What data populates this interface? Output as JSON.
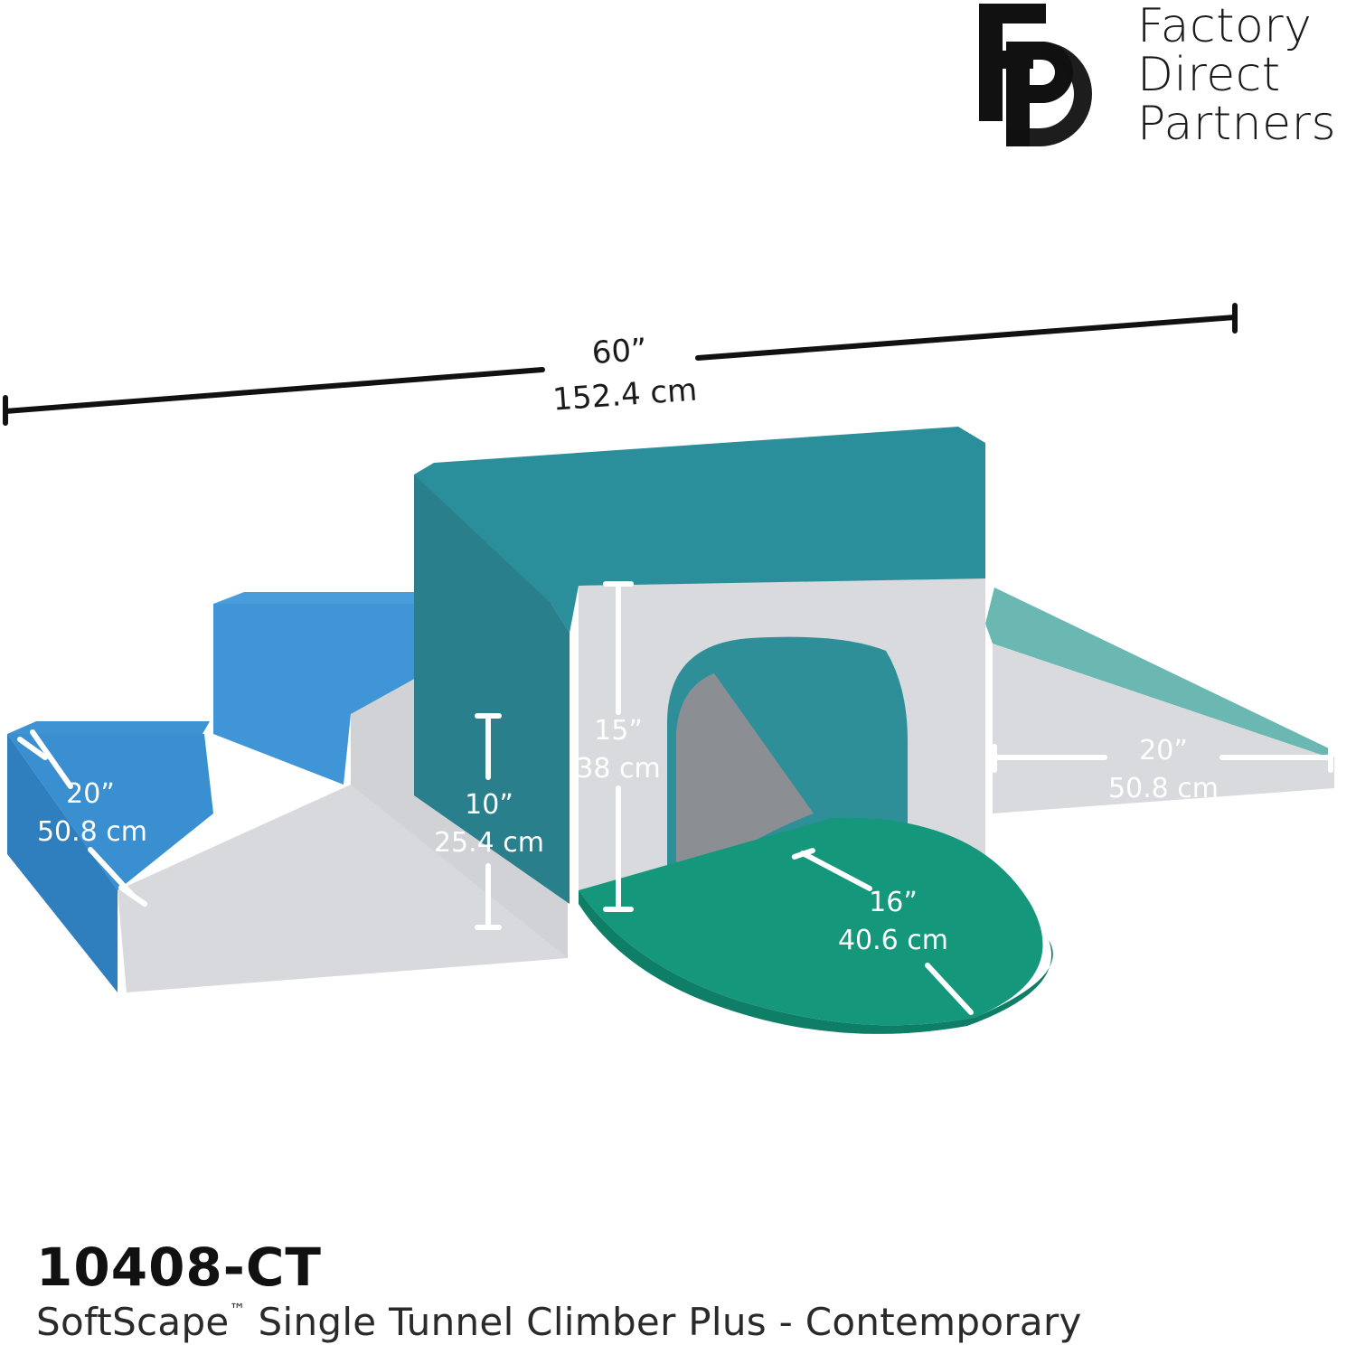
{
  "brand": {
    "line1": "Factory",
    "line2": "Direct",
    "line3": "Partners"
  },
  "dimensions": {
    "overall_in": "60”",
    "overall_cm": "152.4 cm",
    "stair_depth_in": "20”",
    "stair_depth_cm": "50.8 cm",
    "stair_height_in": "10”",
    "stair_height_cm": "25.4 cm",
    "tunnel_height_in": "15”",
    "tunnel_height_cm": "38 cm",
    "ramp_length_in": "20”",
    "ramp_length_cm": "50.8 cm",
    "mat_radius_in": "16”",
    "mat_radius_cm": "40.6 cm"
  },
  "product": {
    "sku": "10408-CT",
    "name": "SoftScape",
    "trademark": "™",
    "name_rest": " Single Tunnel Climber Plus - Contemporary"
  },
  "colors": {
    "blue": "#3a8fd0",
    "teal": "#2a8f9a",
    "gray": "#d7d9dc",
    "green": "#129a7a",
    "seafoam": "#6bb5b0"
  }
}
